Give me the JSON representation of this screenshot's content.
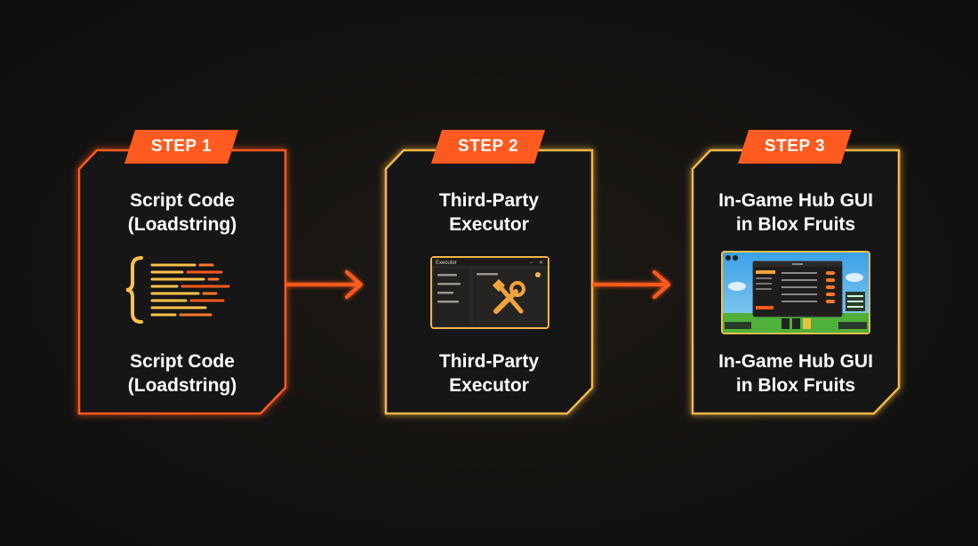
{
  "colors": {
    "background": "#141210",
    "accent_orange": "#ff5a1f",
    "accent_amber": "#f2b64a",
    "accent_gold": "#ffc24a",
    "card_fill": "#181614"
  },
  "steps": [
    {
      "badge": "STEP 1",
      "title_lines": [
        "Script Code",
        "(Loadstring)"
      ],
      "caption_lines": [
        "Script Code",
        "(Loadstring)"
      ],
      "icon": "code-braces-icon"
    },
    {
      "badge": "STEP 2",
      "title_lines": [
        "Third-Party",
        "Executor"
      ],
      "caption_lines": [
        "Third-Party",
        "Executor"
      ],
      "icon": "wrench-screwdriver-icon",
      "window_title": "Executor"
    },
    {
      "badge": "STEP 3",
      "title_lines": [
        "In-Game Hub GUI",
        "in Blox Fruits"
      ],
      "caption_lines": [
        "In-Game Hub GUI",
        "in Blox Fruits"
      ],
      "icon": "game-screenshot-icon"
    }
  ],
  "arrows": [
    "arrow-right-icon",
    "arrow-right-icon"
  ]
}
